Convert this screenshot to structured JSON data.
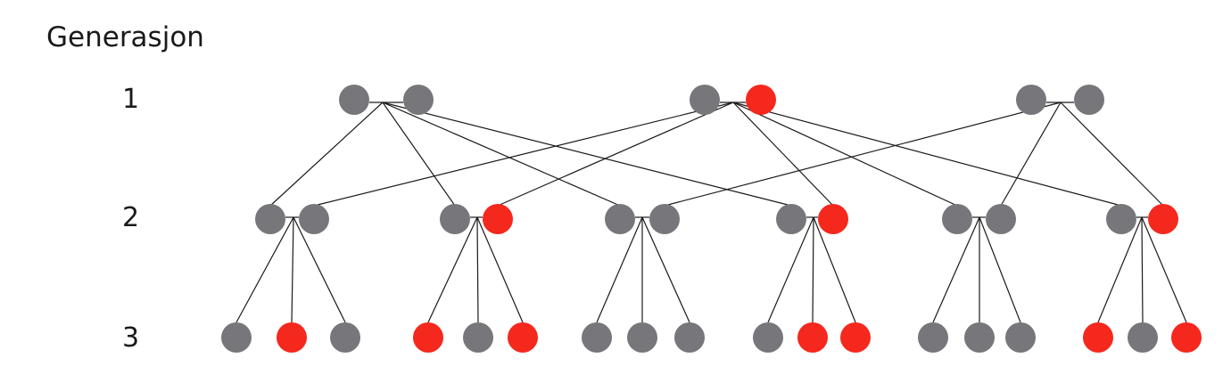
{
  "heading": "Generasjon",
  "generation_labels": [
    "1",
    "2",
    "3"
  ],
  "colors": {
    "unaffected": "#77767a",
    "affected": "#f5281e",
    "line": "#1a1a1a"
  },
  "generation_1_couples": [
    {
      "id": "A",
      "partners": [
        "unaffected",
        "unaffected"
      ]
    },
    {
      "id": "B",
      "partners": [
        "unaffected",
        "affected"
      ]
    },
    {
      "id": "C",
      "partners": [
        "unaffected",
        "unaffected"
      ]
    }
  ],
  "generation_2_couples": [
    {
      "id": "1",
      "partners": [
        "unaffected",
        "unaffected"
      ],
      "parents": [
        "A",
        "B"
      ]
    },
    {
      "id": "2",
      "partners": [
        "unaffected",
        "affected"
      ],
      "parents": [
        "A",
        "B"
      ]
    },
    {
      "id": "3",
      "partners": [
        "unaffected",
        "unaffected"
      ],
      "parents": [
        "A",
        "C"
      ]
    },
    {
      "id": "4",
      "partners": [
        "unaffected",
        "affected"
      ],
      "parents": [
        "A",
        "B"
      ]
    },
    {
      "id": "5",
      "partners": [
        "unaffected",
        "unaffected"
      ],
      "parents": [
        "B",
        "C"
      ]
    },
    {
      "id": "6",
      "partners": [
        "unaffected",
        "affected"
      ],
      "parents": [
        "B",
        "C"
      ]
    }
  ],
  "generation_3_children": [
    [
      "unaffected",
      "affected",
      "unaffected"
    ],
    [
      "affected",
      "unaffected",
      "affected"
    ],
    [
      "unaffected",
      "unaffected",
      "unaffected"
    ],
    [
      "unaffected",
      "affected",
      "affected"
    ],
    [
      "unaffected",
      "unaffected",
      "unaffected"
    ],
    [
      "affected",
      "unaffected",
      "affected"
    ]
  ]
}
